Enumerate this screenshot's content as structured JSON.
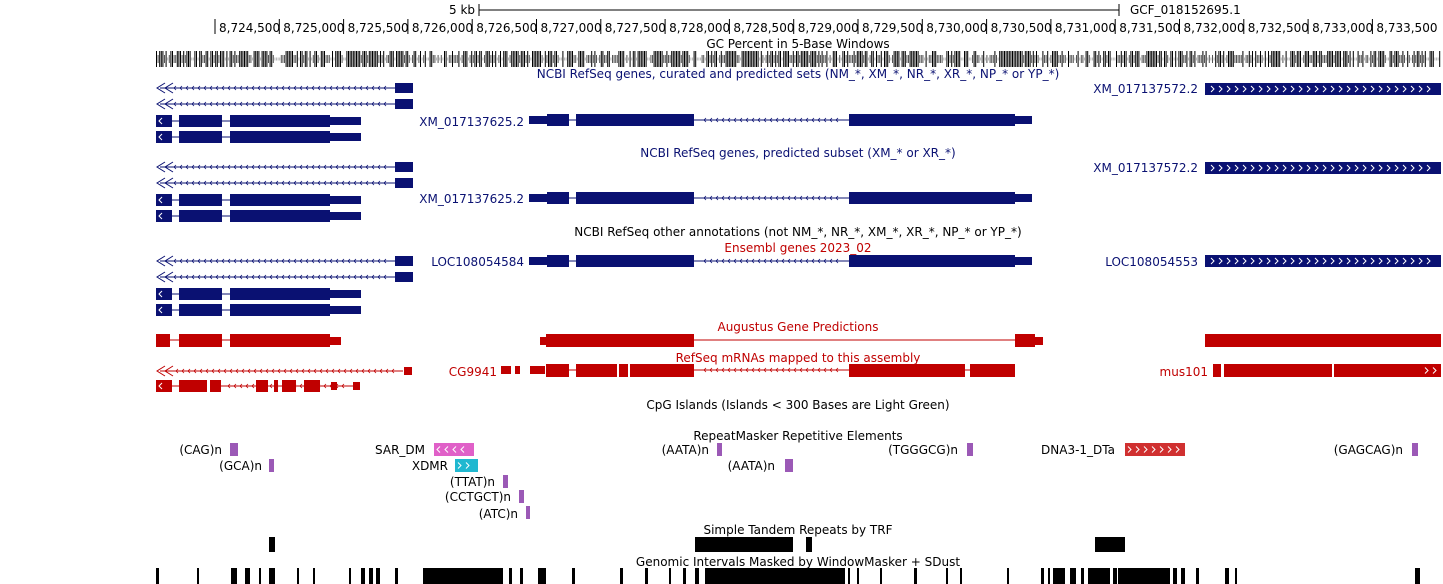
{
  "colors": {
    "navy": "#0a1172",
    "red": "#c00000",
    "violet": "#9b59b6",
    "pink": "#e060c8",
    "cyan": "#20b8d0",
    "rmred": "#d03030",
    "black": "#000000"
  },
  "scale": {
    "label": "5 kb",
    "assembly": "GCF_018152695.1"
  },
  "ruler": {
    "ticks": [
      "8,724,500",
      "8,725,000",
      "8,725,500",
      "8,726,000",
      "8,726,500",
      "8,727,000",
      "8,727,500",
      "8,728,000",
      "8,728,500",
      "8,729,000",
      "8,729,500",
      "8,730,000",
      "8,730,500",
      "8,731,000",
      "8,731,500",
      "8,732,000",
      "8,732,500",
      "8,733,000",
      "8,733,500"
    ]
  },
  "tracks": {
    "gc": "GC Percent in 5-Base Windows",
    "refseq_all": "NCBI RefSeq genes, curated and predicted sets (NM_*, XM_*, NR_*, XR_*, NP_* or YP_*)",
    "refseq_pred": "NCBI RefSeq genes, predicted subset (XM_* or XR_*)",
    "refseq_other": "NCBI RefSeq other annotations (not NM_*, NR_*, XM_*, XR_*, NP_* or YP_*)",
    "ensembl": "Ensembl genes 2023_02",
    "augustus": "Augustus Gene Predictions",
    "refseq_mrna": "RefSeq mRNAs mapped to this assembly",
    "cpg": "CpG Islands (Islands < 300 Bases are Light Green)",
    "rmsk": "RepeatMasker Repetitive Elements",
    "trf": "Simple Tandem Repeats by TRF",
    "wm": "Genomic Intervals Masked by WindowMasker + SDust"
  },
  "genes": {
    "xm625": "XM_017137625.2",
    "xm572": "XM_017137572.2",
    "loc584": "LOC108054584",
    "loc553": "LOC108054553",
    "cg9941": "CG9941",
    "mus101": "mus101"
  },
  "repeats": {
    "cag": "(CAG)n",
    "gca": "(GCA)n",
    "sar": "SAR_DM",
    "xdmr": "XDMR",
    "ttat": "(TTAT)n",
    "cctgct": "(CCTGCT)n",
    "atc": "(ATC)n",
    "aata1": "(AATA)n",
    "aata2": "(AATA)n",
    "tgggcg": "(TGGGCG)n",
    "dna3": "DNA3-1_DTa",
    "gagcag": "(GAGCAG)n"
  }
}
